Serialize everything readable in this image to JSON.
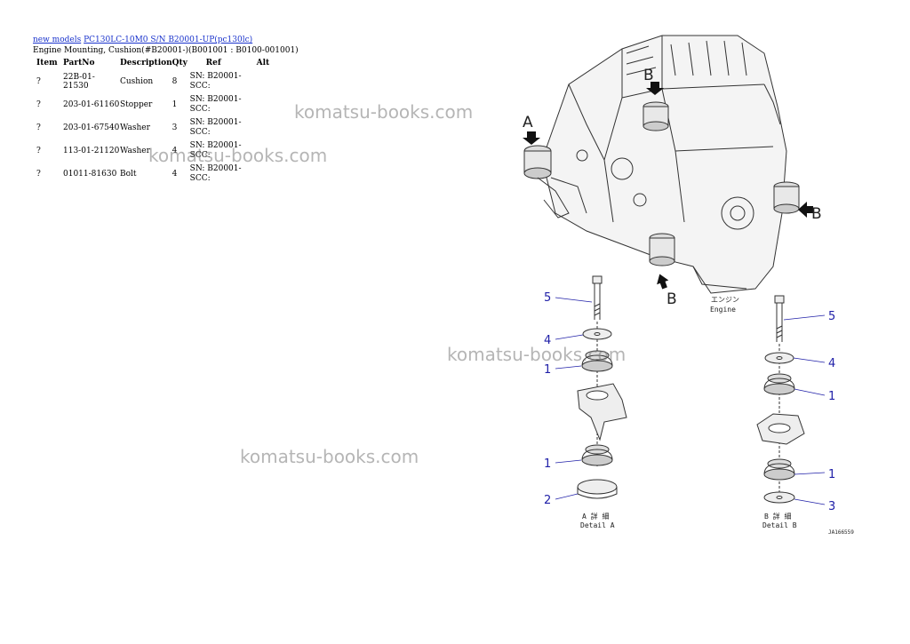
{
  "breadcrumb": {
    "link1": "new models",
    "link2": "PC130LC-10M0 S/N B20001-UP(pc130lc)"
  },
  "page_title": "Engine Mounting, Cushion(#B20001-)(B001001 : B0100-001001)",
  "table": {
    "headers": {
      "item": "Item",
      "partno": "PartNo",
      "description": "Description",
      "qty": "Qty",
      "ref": "Ref",
      "alt": "Alt"
    },
    "rows": [
      {
        "item": "?",
        "partno": "22B-01-21530",
        "description": "Cushion",
        "qty": "8",
        "ref_line1": "SN: B20001-",
        "ref_line2": "SCC:"
      },
      {
        "item": "?",
        "partno": "203-01-61160",
        "description": "Stopper",
        "qty": "1",
        "ref_line1": "SN: B20001-",
        "ref_line2": "SCC:"
      },
      {
        "item": "?",
        "partno": "203-01-67540",
        "description": "Washer",
        "qty": "3",
        "ref_line1": "SN: B20001-",
        "ref_line2": "SCC:"
      },
      {
        "item": "?",
        "partno": "113-01-21120",
        "description": "Washer",
        "qty": "4",
        "ref_line1": "SN: B20001-",
        "ref_line2": "SCC:"
      },
      {
        "item": "?",
        "partno": "01011-81630",
        "description": "Bolt",
        "qty": "4",
        "ref_line1": "SN: B20001-",
        "ref_line2": "SCC:"
      }
    ]
  },
  "watermark": "komatsu-books.com",
  "diagram": {
    "label_a": "A",
    "label_b": "B",
    "engine_jp": "エンジン",
    "engine_en": "Engine",
    "detail_a_jp": "A 詳 細",
    "detail_a_en": "Detail A",
    "detail_b_jp": "B 詳 細",
    "detail_b_en": "Detail B",
    "drawing_no": "JA166559",
    "callout_1": "1",
    "callout_2": "2",
    "callout_3": "3",
    "callout_4": "4",
    "callout_5": "5"
  }
}
